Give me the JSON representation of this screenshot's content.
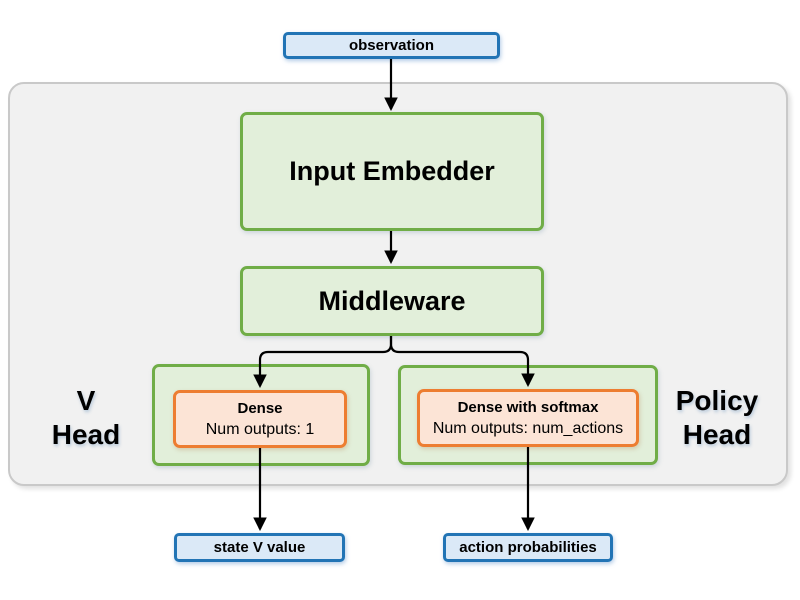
{
  "diagram": {
    "observation_label": "observation",
    "input_embedder_label": "Input Embedder",
    "middleware_label": "Middleware",
    "v_head": {
      "label_line1": "V",
      "label_line2": "Head",
      "dense_title": "Dense",
      "dense_subtitle": "Num outputs: 1",
      "output_label": "state V value"
    },
    "policy_head": {
      "label_line1": "Policy",
      "label_line2": "Head",
      "dense_title": "Dense with softmax",
      "dense_subtitle": "Num outputs: num_actions",
      "output_label": "action probabilities"
    },
    "colors": {
      "io_box_border": "#2274B5",
      "io_box_fill": "#DBE9F7",
      "block_border": "#70AD47",
      "block_fill": "#E2EFDA",
      "dense_border": "#ED7D31",
      "dense_fill": "#FCE4D6",
      "container_fill": "#F1F1F1",
      "container_border": "#C9C9C9",
      "arrow": "#000000"
    }
  }
}
